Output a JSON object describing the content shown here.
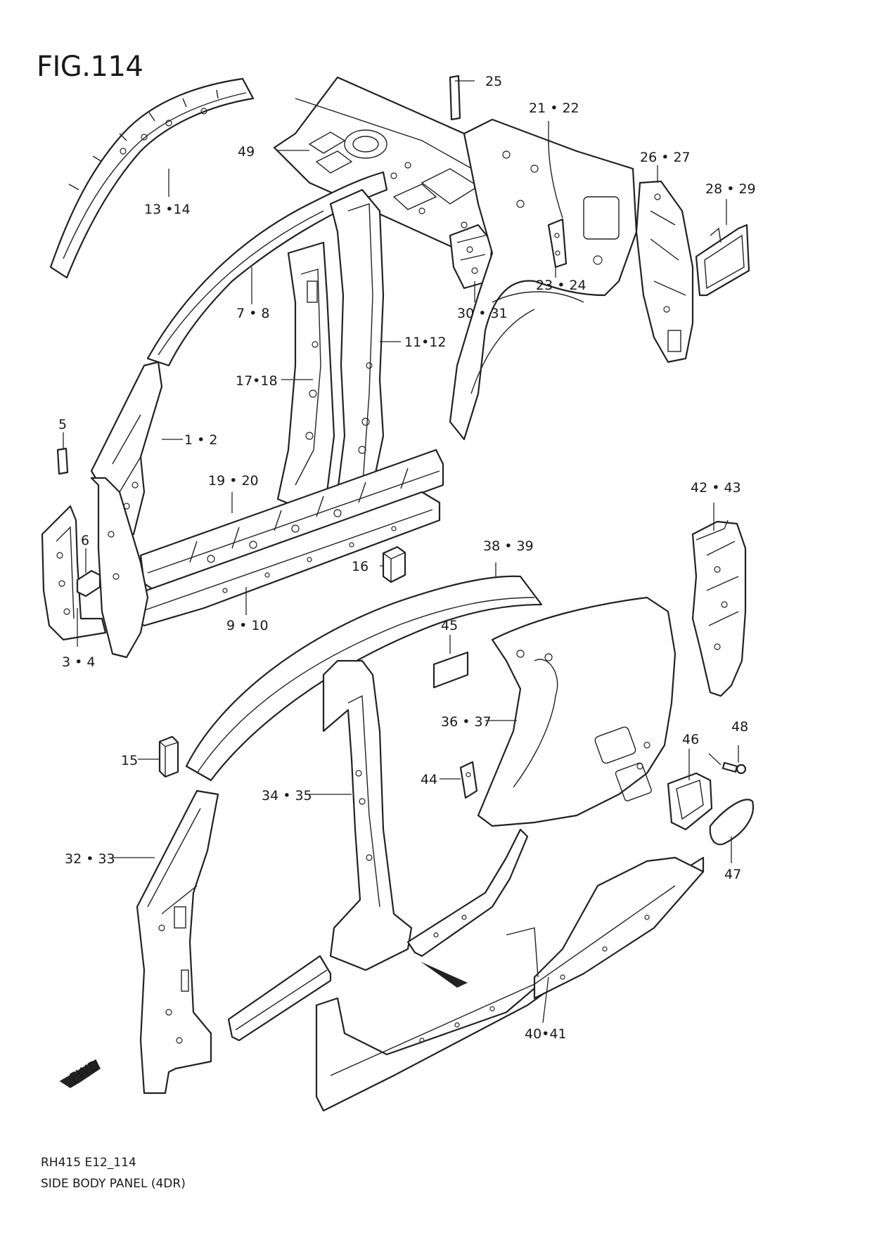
{
  "figure": {
    "title": "FIG.114",
    "code": "RH415 E12_114",
    "caption": "SIDE BODY PANEL (4DR)"
  },
  "fwd_marker": "FWD",
  "callouts": {
    "c1_2": "1 • 2",
    "c3_4": "3 • 4",
    "c5": "5",
    "c6": "6",
    "c7_8": "7 • 8",
    "c9_10": "9 • 10",
    "c11_12": "11•12",
    "c13_14": "13 •14",
    "c15": "15",
    "c16": "16",
    "c17_18": "17•18",
    "c19_20": "19 • 20",
    "c21_22": "21 • 22",
    "c23_24": "23 • 24",
    "c25": "25",
    "c26_27": "26 • 27",
    "c28_29": "28 • 29",
    "c30_31": "30 • 31",
    "c32_33": "32 • 33",
    "c34_35": "34 • 35",
    "c36_37": "36 • 37",
    "c38_39": "38 • 39",
    "c40_41": "40•41",
    "c42_43": "42 • 43",
    "c44": "44",
    "c45": "45",
    "c46": "46",
    "c47": "47",
    "c48": "48",
    "c49": "49"
  },
  "colors": {
    "line": "#222222",
    "background": "#ffffff"
  }
}
